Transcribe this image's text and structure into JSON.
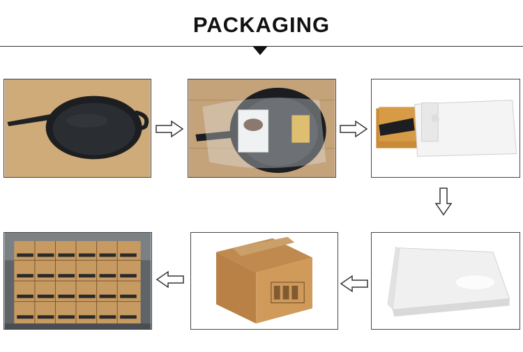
{
  "header": {
    "title": "PACKAGING"
  },
  "steps": [
    {
      "name": "cast-iron-skillet"
    },
    {
      "name": "skillet-in-plastic-bag"
    },
    {
      "name": "skillet-into-white-box"
    },
    {
      "name": "closed-white-box"
    },
    {
      "name": "brown-carton-box"
    },
    {
      "name": "stacked-cartons-on-pallet"
    }
  ],
  "icons": {
    "arrow_right": "arrow-right-icon",
    "arrow_down": "arrow-down-icon",
    "arrow_left": "arrow-left-icon"
  }
}
